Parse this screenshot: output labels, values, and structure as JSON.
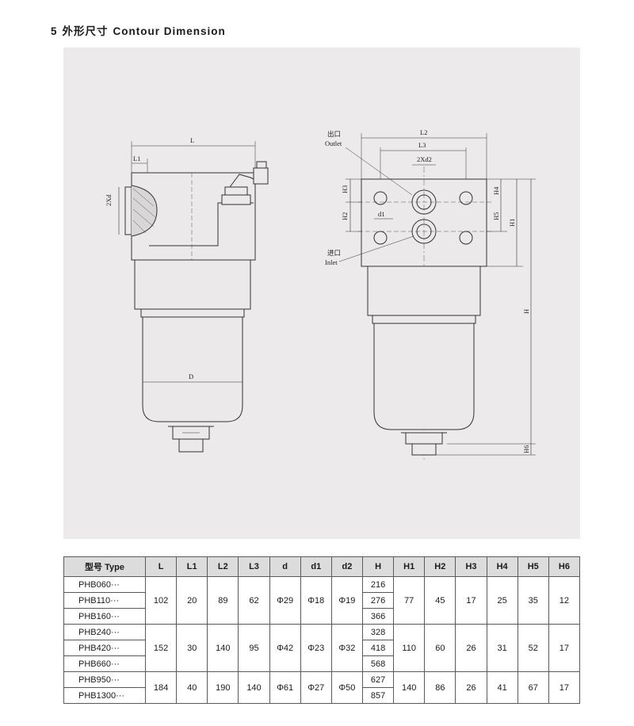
{
  "heading": {
    "number": "5",
    "title_cn": "外形尺寸",
    "title_en": "Contour Dimension"
  },
  "drawing_labels": {
    "left_view": {
      "L": "L",
      "L1": "L1",
      "d": "2Xd",
      "D": "D"
    },
    "right_view": {
      "L2": "L2",
      "L3": "L3",
      "d2": "2Xd2",
      "d1": "d1",
      "H": "H",
      "H1": "H1",
      "H2": "H2",
      "H3": "H3",
      "H4": "H4",
      "H5": "H5",
      "H6": "H6",
      "outlet_cn": "出口",
      "outlet_en": "Outlet",
      "inlet_cn": "进口",
      "inlet_en": "Inlet"
    }
  },
  "table": {
    "headers": [
      "型号 Type",
      "L",
      "L1",
      "L2",
      "L3",
      "d",
      "d1",
      "d2",
      "H",
      "H1",
      "H2",
      "H3",
      "H4",
      "H5",
      "H6"
    ],
    "groups": [
      {
        "models": [
          {
            "name": "PHB060···",
            "H": "216"
          },
          {
            "name": "PHB110···",
            "H": "276"
          },
          {
            "name": "PHB160···",
            "H": "366"
          }
        ],
        "shared": {
          "L": "102",
          "L1": "20",
          "L2": "89",
          "L3": "62",
          "d": "Φ29",
          "d1": "Φ18",
          "d2": "Φ19",
          "H1": "77",
          "H2": "45",
          "H3": "17",
          "H4": "25",
          "H5": "35",
          "H6": "12"
        }
      },
      {
        "models": [
          {
            "name": "PHB240···",
            "H": "328"
          },
          {
            "name": "PHB420···",
            "H": "418"
          },
          {
            "name": "PHB660···",
            "H": "568"
          }
        ],
        "shared": {
          "L": "152",
          "L1": "30",
          "L2": "140",
          "L3": "95",
          "d": "Φ42",
          "d1": "Φ23",
          "d2": "Φ32",
          "H1": "110",
          "H2": "60",
          "H3": "26",
          "H4": "31",
          "H5": "52",
          "H6": "17"
        }
      },
      {
        "models": [
          {
            "name": "PHB950···",
            "H": "627"
          },
          {
            "name": "PHB1300···",
            "H": "857"
          }
        ],
        "shared": {
          "L": "184",
          "L1": "40",
          "L2": "190",
          "L3": "140",
          "d": "Φ61",
          "d1": "Φ27",
          "d2": "Φ50",
          "H1": "140",
          "H2": "86",
          "H3": "26",
          "H4": "41",
          "H5": "67",
          "H6": "17"
        }
      }
    ]
  }
}
